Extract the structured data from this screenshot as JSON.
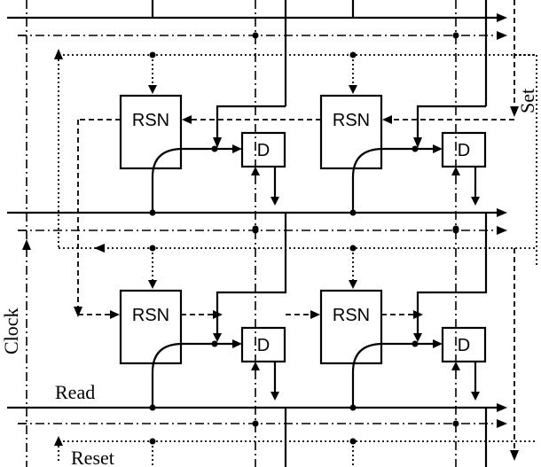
{
  "labels": {
    "set": "Set",
    "clock": "Clock",
    "read": "Read",
    "reset": "Reset"
  },
  "cells": [
    {
      "rsn": "RSN",
      "d": "D"
    },
    {
      "rsn": "RSN",
      "d": "D"
    },
    {
      "rsn": "RSN",
      "d": "D"
    },
    {
      "rsn": "RSN",
      "d": "D"
    }
  ]
}
